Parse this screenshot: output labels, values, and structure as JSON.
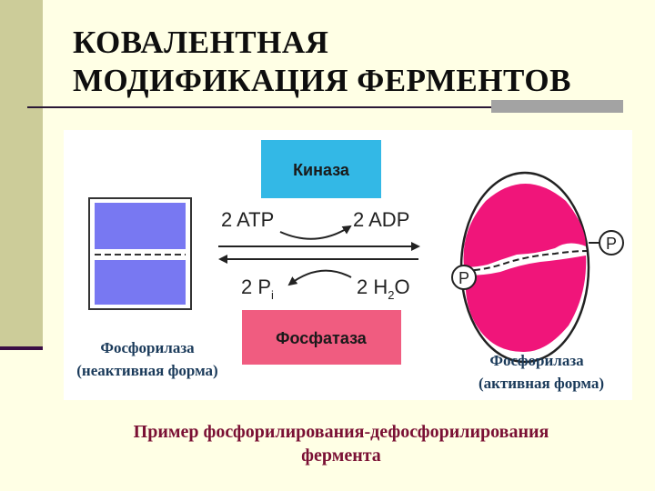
{
  "slide": {
    "title_lines": [
      "КОВАЛЕНТНАЯ",
      "МОДИФИКАЦИЯ ФЕРМЕНТОВ"
    ],
    "caption_lines": [
      "Пример фосфорилирования-дефосфорилирования",
      "фермента"
    ]
  },
  "figure": {
    "kinase_label": "Киназа",
    "phosphatase_label": "Фосфатаза",
    "top_left_text": "2 ATP",
    "top_right_text": "2 ADP",
    "bottom_left_main": "2 P",
    "bottom_left_sub": "i",
    "bottom_right_main": "2 H",
    "bottom_right_sub": "2",
    "bottom_right_tail": "O",
    "phosphate_label": "P",
    "inactive_name": "Фосфорилаза",
    "inactive_state": "(неактивная форма)",
    "active_name": "Фосфорилаза",
    "active_state": "(активная форма)"
  },
  "colors": {
    "kinase_box": "#33B8E6",
    "phosphatase_box": "#F05C80",
    "inactive_subunit": "#7878F2",
    "active_subunit": "#F0157A",
    "caption": "#7A1034"
  }
}
